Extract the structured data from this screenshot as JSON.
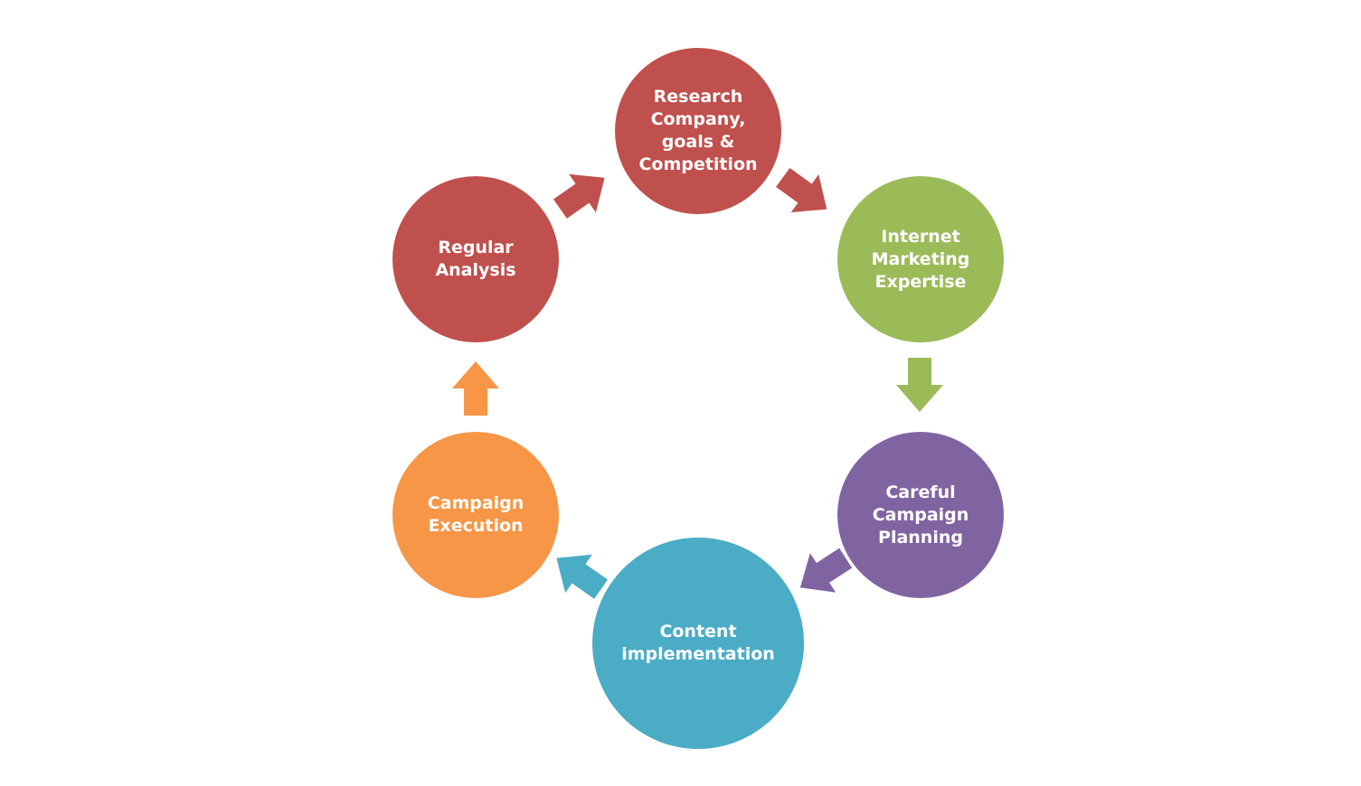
{
  "diagram": {
    "type": "cycle",
    "nodes": [
      {
        "id": "research",
        "label": "Research\nCompany,\ngoals &\nCompetition",
        "color": "#c0504d"
      },
      {
        "id": "internet",
        "label": "Internet\nMarketing\nExpertise",
        "color": "#9bbb59"
      },
      {
        "id": "careful",
        "label": "Careful\nCampaign\nPlanning",
        "color": "#8064a2"
      },
      {
        "id": "content",
        "label": "Content\nimplementation",
        "color": "#4bacc6"
      },
      {
        "id": "execution",
        "label": "Campaign\nExecution",
        "color": "#f79646"
      },
      {
        "id": "analysis",
        "label": "Regular\nAnalysis",
        "color": "#c0504d"
      }
    ],
    "arrows": [
      {
        "from": "research",
        "to": "internet",
        "color": "#c0504d"
      },
      {
        "from": "internet",
        "to": "careful",
        "color": "#9bbb59"
      },
      {
        "from": "careful",
        "to": "content",
        "color": "#8064a2"
      },
      {
        "from": "content",
        "to": "execution",
        "color": "#4bacc6"
      },
      {
        "from": "execution",
        "to": "analysis",
        "color": "#f79646"
      },
      {
        "from": "analysis",
        "to": "research",
        "color": "#c0504d"
      }
    ]
  }
}
